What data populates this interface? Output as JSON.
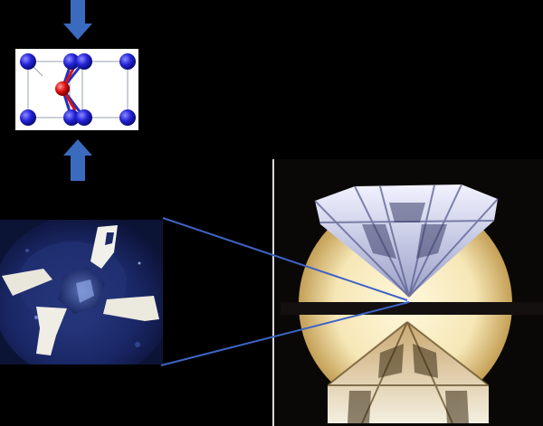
{
  "scene": {
    "background": "#000000",
    "crystal_cell": {
      "atom_corner_color": "#2323d8",
      "atom_center_color": "#e01010",
      "bond_color": "#2030c0",
      "frame_color": "#ffffff"
    },
    "pressure_arrows": {
      "color": "#3a6bbf",
      "count": 2,
      "directions": [
        "down",
        "up"
      ]
    },
    "connector_lines": {
      "color": "#3f63c6"
    },
    "sample_photo": {
      "description_icon": "micrograph-icon",
      "tint": "#1b2a66"
    },
    "anvil_photo": {
      "description_icon": "diamond-anvil-cell-icon",
      "backlight": "#f6e7b6"
    }
  }
}
